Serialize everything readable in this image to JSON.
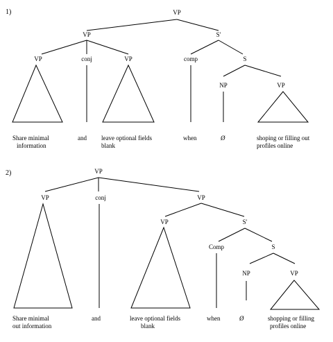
{
  "tree1": {
    "number": "1)",
    "root": "VP",
    "sbar": "S'",
    "vp1": "VP",
    "conj": "conj",
    "vp2": "VP",
    "comp": "comp",
    "s": "S",
    "np": "NP",
    "vp3": "VP",
    "leaves": {
      "vp1_l1": "Share minimal",
      "vp1_l2": "information",
      "conj": "and",
      "vp2_l1": "leave optional fields",
      "vp2_l2": "blank",
      "comp": "when",
      "np": "Ø",
      "vp3_l1": "shoping or filling out",
      "vp3_l2": "profiles online"
    }
  },
  "tree2": {
    "number": "2)",
    "root": "VP",
    "vp1": "VP",
    "conj": "conj",
    "vp2": "VP",
    "vp_inner": "VP",
    "sbar": "S'",
    "comp": "Comp",
    "s": "S",
    "np": "NP",
    "vp3": "VP",
    "leaves": {
      "vp1_l1": "Share minimal",
      "vp1_l2": "out information",
      "conj": "and",
      "vp_inner_l1": "leave optional fields",
      "vp_inner_l2": "blank",
      "comp": "when",
      "np": "Ø",
      "vp3_l1": "shopping or filling",
      "vp3_l2": "profiles online"
    }
  }
}
